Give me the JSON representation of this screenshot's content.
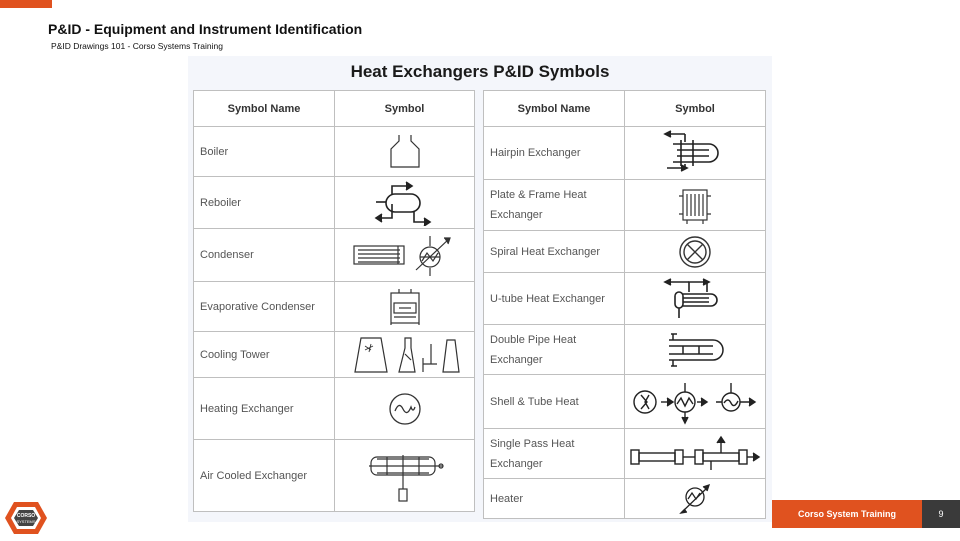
{
  "slide": {
    "title": "P&ID - Equipment and Instrument Identification",
    "subtitle": "P&ID Drawings 101 - Corso Systems Training"
  },
  "panel": {
    "title": "Heat Exchangers P&ID Symbols",
    "left_table": {
      "col_name": "Symbol Name",
      "col_symbol": "Symbol",
      "rows": [
        {
          "name": "Boiler",
          "icon": "boiler-icon"
        },
        {
          "name": "Reboiler",
          "icon": "reboiler-icon"
        },
        {
          "name": "Condenser",
          "icon": "condenser-icon"
        },
        {
          "name": "Evaporative Condenser",
          "icon": "evaporative-condenser-icon"
        },
        {
          "name": "Cooling Tower",
          "icon": "cooling-tower-icon"
        },
        {
          "name": "Heating Exchanger",
          "icon": "heating-exchanger-icon"
        },
        {
          "name": "Air Cooled Exchanger",
          "icon": "air-cooled-exchanger-icon"
        }
      ]
    },
    "right_table": {
      "col_name": "Symbol Name",
      "col_symbol": "Symbol",
      "rows": [
        {
          "name": "Hairpin Exchanger",
          "icon": "hairpin-exchanger-icon"
        },
        {
          "name": "Plate & Frame Heat Exchanger",
          "icon": "plate-frame-exchanger-icon"
        },
        {
          "name": "Spiral Heat Exchanger",
          "icon": "spiral-exchanger-icon"
        },
        {
          "name": "U-tube Heat Exchanger",
          "icon": "u-tube-exchanger-icon"
        },
        {
          "name": "Double Pipe Heat Exchanger",
          "icon": "double-pipe-exchanger-icon"
        },
        {
          "name": "Shell & Tube Heat",
          "icon": "shell-tube-exchanger-icon"
        },
        {
          "name": "Single Pass Heat Exchanger",
          "icon": "single-pass-exchanger-icon"
        },
        {
          "name": "Heater",
          "icon": "heater-icon"
        }
      ]
    }
  },
  "footer": {
    "brand": "Corso System Training",
    "page_number": "9",
    "logo_text": "CORSO SYSTEMS"
  },
  "colors": {
    "accent": "#e0521f",
    "page_number_bg": "#3a3a3a",
    "panel_bg": "#f4f6fb"
  }
}
